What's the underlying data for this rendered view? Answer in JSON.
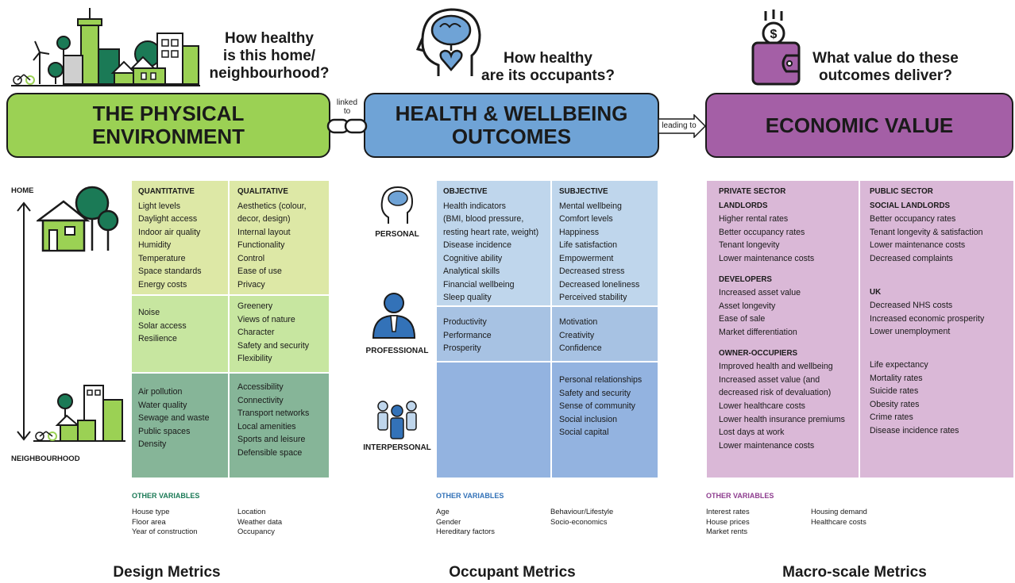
{
  "colors": {
    "physical": "#9bd154",
    "health": "#6fa3d6",
    "economic": "#a45fa6",
    "green_light": "#dde8a6",
    "green_mid": "#c7e6a0",
    "green_dark": "#86b598",
    "blue_light": "#bfd6ec",
    "blue_mid": "#a7c2e3",
    "blue_dark": "#93b3e0",
    "pink": "#dab8d7",
    "teal_label": "#1b7a56",
    "blue_label": "#3372b8",
    "purple_label": "#8e3d8f"
  },
  "columns": {
    "physical": {
      "question": "How healthy\nis this home/\nneighbourhood?",
      "banner": "THE PHYSICAL\nENVIRONMENT",
      "connector": "linked\nto",
      "icon": "city-buildings-icon"
    },
    "health": {
      "question": "How healthy\nare its occupants?",
      "banner": "HEALTH & WELLBEING\nOUTCOMES",
      "connector": "leading to",
      "icon": "head-brain-heart-icon"
    },
    "economic": {
      "question": "What value do these\noutcomes deliver?",
      "banner": "ECONOMIC VALUE",
      "icon": "wallet-coin-icon"
    }
  },
  "scale": {
    "top": "HOME",
    "bottom": "NEIGHBOURHOOD"
  },
  "design": {
    "quantitative_head": "QUANTITATIVE",
    "qualitative_head": "QUALITATIVE",
    "row1_left": [
      "Light levels",
      "Daylight access",
      "Indoor air quality",
      "Humidity",
      "Temperature",
      "Space standards",
      "Energy costs"
    ],
    "row1_right": [
      "Aesthetics (colour,",
      "decor, design)",
      "Internal layout",
      "Functionality",
      "Control",
      "Ease of use",
      "Privacy"
    ],
    "row2_left": [
      "Noise",
      "Solar access",
      "Resilience"
    ],
    "row2_right": [
      "Greenery",
      "Views of nature",
      "Character",
      "Safety and security",
      "Flexibility"
    ],
    "row3_left": [
      "Air pollution",
      "Water quality",
      "Sewage and waste",
      "Public spaces",
      "Density"
    ],
    "row3_right": [
      "Accessibility",
      "Connectivity",
      "Transport networks",
      "Local amenities",
      "Sports and leisure",
      "Defensible space"
    ],
    "other_title": "OTHER VARIABLES",
    "other_left": [
      "House type",
      "Floor area",
      "Year of construction"
    ],
    "other_right": [
      "Location",
      "Weather data",
      "Occupancy"
    ],
    "metric": "Design Metrics"
  },
  "occupant": {
    "rows": [
      "PERSONAL",
      "PROFESSIONAL",
      "INTERPERSONAL"
    ],
    "objective_head": "OBJECTIVE",
    "subjective_head": "SUBJECTIVE",
    "row1_left": [
      "Health indicators",
      "(BMI, blood pressure,",
      "resting heart rate, weight)",
      "Disease incidence",
      "Cognitive ability",
      "Analytical skills",
      "Financial wellbeing",
      "Sleep quality"
    ],
    "row1_right": [
      "Mental wellbeing",
      "Comfort levels",
      "Happiness",
      "Life satisfaction",
      "Empowerment",
      "Decreased stress",
      "Decreased loneliness",
      "Perceived stability"
    ],
    "row2_left": [
      "Productivity",
      "Performance",
      "Prosperity"
    ],
    "row2_right": [
      "Motivation",
      "Creativity",
      "Confidence"
    ],
    "row3_right": [
      "Personal relationships",
      "Safety and security",
      "Sense of community",
      "Social inclusion",
      "Social capital"
    ],
    "other_title": "OTHER VARIABLES",
    "other_left": [
      "Age",
      "Gender",
      "Hereditary factors"
    ],
    "other_right": [
      "Behaviour/Lifestyle",
      "Socio-economics"
    ],
    "metric": "Occupant Metrics"
  },
  "macro": {
    "private_head": "PRIVATE SECTOR",
    "public_head": "PUBLIC SECTOR",
    "landlords_head": "LANDLORDS",
    "landlords": [
      "Higher rental rates",
      "Better occupancy rates",
      "Tenant longevity",
      "Lower maintenance costs"
    ],
    "developers_head": "DEVELOPERS",
    "developers": [
      "Increased asset value",
      "Asset longevity",
      "Ease of sale",
      "Market differentiation"
    ],
    "owners_head": "OWNER-OCCUPIERS",
    "owners": [
      "Improved health and wellbeing",
      "Increased asset value (and",
      "decreased risk of devaluation)",
      "Lower healthcare costs",
      "Lower health insurance premiums",
      "Lost days at work",
      "Lower maintenance costs"
    ],
    "social_head": "SOCIAL LANDLORDS",
    "social": [
      "Better occupancy rates",
      "Tenant longevity & satisfaction",
      "Lower maintenance costs",
      "Decreased complaints"
    ],
    "uk_head": "UK",
    "uk": [
      "Decreased NHS costs",
      "Increased economic prosperity",
      "Lower unemployment"
    ],
    "uk2": [
      "Life expectancy",
      "Mortality rates",
      "Suicide rates",
      "Obesity rates",
      "Crime rates",
      "Disease incidence rates"
    ],
    "other_title": "OTHER VARIABLES",
    "other_left": [
      "Interest rates",
      "House prices",
      "Market rents"
    ],
    "other_right": [
      "Housing demand",
      "Healthcare costs"
    ],
    "metric": "Macro-scale Metrics"
  }
}
